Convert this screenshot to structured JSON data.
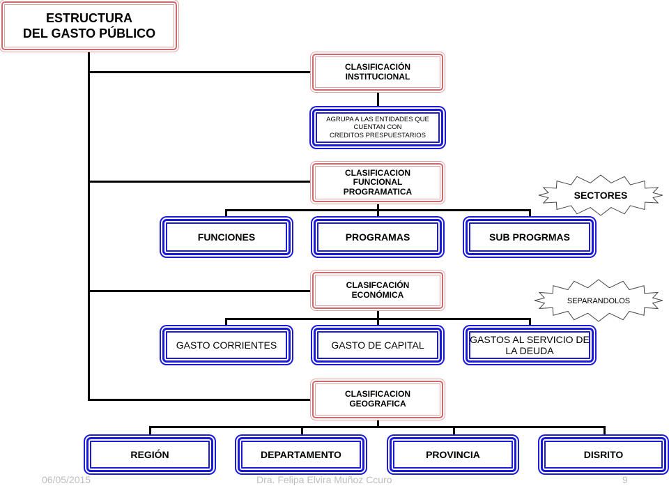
{
  "title": {
    "line1": "ESTRUCTURA",
    "line2": "DEL GASTO PÚBLICO"
  },
  "institucional": {
    "label": "CLASIFICACIÓN\nINSTITUCIONAL",
    "note": "AGRUPA A LAS ENTIDADES QUE\nCUENTAN CON\nCREDITOS PRESPUESTARIOS"
  },
  "funcional": {
    "label": "CLASIFICACION\nFUNCIONAL\nPROGRAMATICA",
    "children": [
      "FUNCIONES",
      "PROGRAMAS",
      "SUB PROGRMAS"
    ]
  },
  "economica": {
    "label": "CLASIFCACIÓN\nECONÓMICA",
    "children": [
      "GASTO CORRIENTES",
      "GASTO DE CAPITAL",
      "GASTOS AL SERVICIO DE\nLA DEUDA"
    ]
  },
  "geografica": {
    "label": "CLASIFICACION\nGEOGRAFICA",
    "children": [
      "REGIÓN",
      "DEPARTAMENTO",
      "PROVINCIA",
      "DISRITO"
    ]
  },
  "callouts": {
    "sectores": "SECTORES",
    "separandolos": "SEPARANDOLOS"
  },
  "footer": {
    "date": "06/05/2015",
    "author": "Dra. Felipa Elvira Muñoz Ccuro",
    "page": "9"
  },
  "colors": {
    "red_border": "#d06a6a",
    "blue_border": "#1a1ad8"
  }
}
